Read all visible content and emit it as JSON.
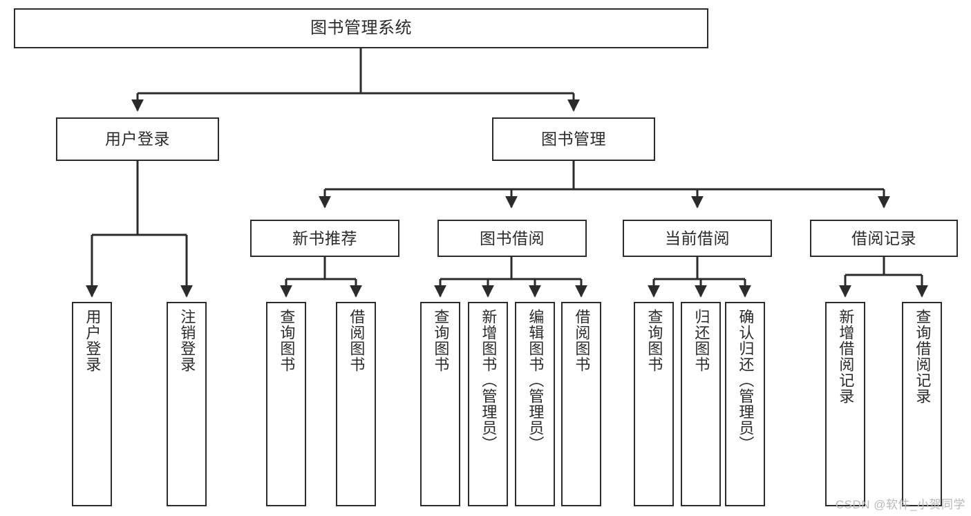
{
  "diagram": {
    "type": "tree",
    "title": "图书管理系统",
    "root": {
      "id": "root",
      "label": "图书管理系统"
    },
    "level1": [
      {
        "id": "login",
        "label": "用户登录"
      },
      {
        "id": "bookmgmt",
        "label": "图书管理"
      }
    ],
    "level2": [
      {
        "id": "newbook",
        "label": "新书推荐",
        "parent": "bookmgmt"
      },
      {
        "id": "borrow",
        "label": "图书借阅",
        "parent": "bookmgmt"
      },
      {
        "id": "current",
        "label": "当前借阅",
        "parent": "bookmgmt"
      },
      {
        "id": "record",
        "label": "借阅记录",
        "parent": "bookmgmt"
      }
    ],
    "leaves": [
      {
        "id": "leaf-1",
        "label": "用户登录",
        "parent": "login"
      },
      {
        "id": "leaf-2",
        "label": "注销登录",
        "parent": "login"
      },
      {
        "id": "leaf-3",
        "label": "查询图书",
        "parent": "newbook"
      },
      {
        "id": "leaf-4",
        "label": "借阅图书",
        "parent": "newbook"
      },
      {
        "id": "leaf-5",
        "label": "查询图书",
        "parent": "borrow"
      },
      {
        "id": "leaf-6",
        "label": "新增图书（管理员）",
        "parent": "borrow"
      },
      {
        "id": "leaf-7",
        "label": "编辑图书（管理员）",
        "parent": "borrow"
      },
      {
        "id": "leaf-8",
        "label": "借阅图书",
        "parent": "borrow"
      },
      {
        "id": "leaf-9",
        "label": "查询图书",
        "parent": "current"
      },
      {
        "id": "leaf-10",
        "label": "归还图书",
        "parent": "current"
      },
      {
        "id": "leaf-11",
        "label": "确认归还（管理员）",
        "parent": "current"
      },
      {
        "id": "leaf-12",
        "label": "新增借阅记录",
        "parent": "record"
      },
      {
        "id": "leaf-13",
        "label": "查询借阅记录",
        "parent": "record"
      }
    ],
    "colors": {
      "box_border": "#2b2b2b",
      "box_fill": "#ffffff",
      "connector": "#2b2b2b",
      "text": "#2b2b2b",
      "watermark": "#b9b9b9",
      "background": "#ffffff"
    }
  },
  "watermark": {
    "text": "CSDN @软件_小贺同学"
  }
}
